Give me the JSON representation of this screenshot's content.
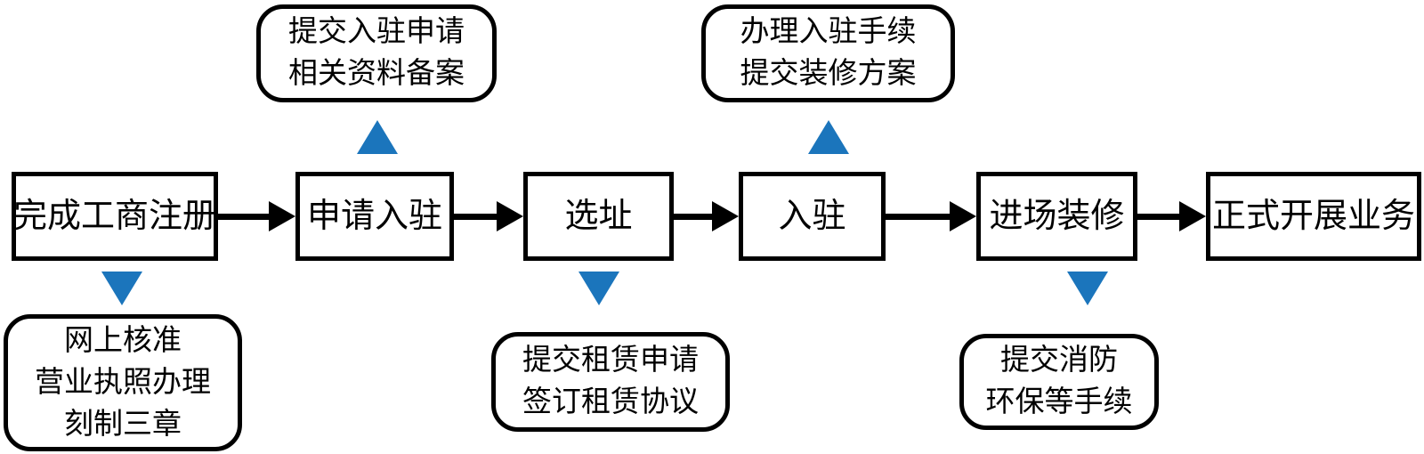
{
  "diagram": {
    "type": "flowchart",
    "direction": "left-to-right",
    "colors": {
      "box_border": "#000000",
      "arrow": "#000000",
      "pointer_triangle": "#1B75BC",
      "background": "#FFFFFF"
    }
  },
  "flow": {
    "steps": [
      {
        "label": "完成工商注册"
      },
      {
        "label": "申请入驻"
      },
      {
        "label": "选址"
      },
      {
        "label": "入驻"
      },
      {
        "label": "进场装修"
      },
      {
        "label": "正式开展业务"
      }
    ]
  },
  "annotations": {
    "top": [
      {
        "attached_to": "申请入驻",
        "pointer": "up-triangle",
        "lines": [
          "提交入驻申请",
          "相关资料备案"
        ]
      },
      {
        "attached_to": "入驻",
        "pointer": "up-triangle",
        "lines": [
          "办理入驻手续",
          "提交装修方案"
        ]
      }
    ],
    "bottom": [
      {
        "attached_to": "完成工商注册",
        "pointer": "down-triangle",
        "lines": [
          "网上核准",
          "营业执照办理",
          "刻制三章"
        ]
      },
      {
        "attached_to": "选址",
        "pointer": "down-triangle",
        "lines": [
          "提交租赁申请",
          "签订租赁协议"
        ]
      },
      {
        "attached_to": "进场装修",
        "pointer": "down-triangle",
        "lines": [
          "提交消防",
          "环保等手续"
        ]
      }
    ]
  }
}
